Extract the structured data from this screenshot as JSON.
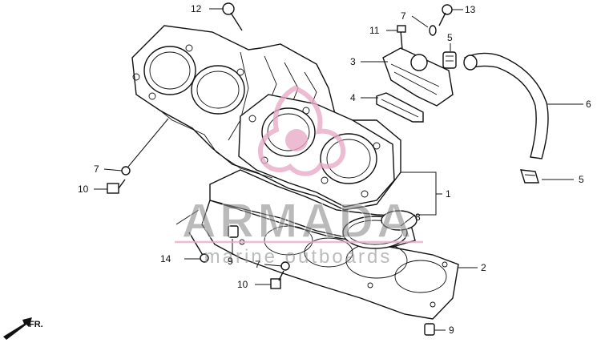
{
  "watermark": {
    "brand": "ARMADA",
    "tagline": "marine outboards",
    "color": "#e8a9c6"
  },
  "orientation_label": "FR.",
  "callouts": [
    {
      "id": "c12",
      "text": "12"
    },
    {
      "id": "c7a",
      "text": "7"
    },
    {
      "id": "c13",
      "text": "13"
    },
    {
      "id": "c11",
      "text": "11"
    },
    {
      "id": "c5a",
      "text": "5"
    },
    {
      "id": "c3",
      "text": "3"
    },
    {
      "id": "c4",
      "text": "4"
    },
    {
      "id": "c6",
      "text": "6"
    },
    {
      "id": "c7b",
      "text": "7"
    },
    {
      "id": "c10a",
      "text": "10"
    },
    {
      "id": "c5b",
      "text": "5"
    },
    {
      "id": "c1",
      "text": "1"
    },
    {
      "id": "c8",
      "text": "8"
    },
    {
      "id": "c14",
      "text": "14"
    },
    {
      "id": "c9a",
      "text": "9"
    },
    {
      "id": "c7c",
      "text": "7"
    },
    {
      "id": "c10b",
      "text": "10"
    },
    {
      "id": "c2",
      "text": "2"
    },
    {
      "id": "c9b",
      "text": "9"
    }
  ]
}
